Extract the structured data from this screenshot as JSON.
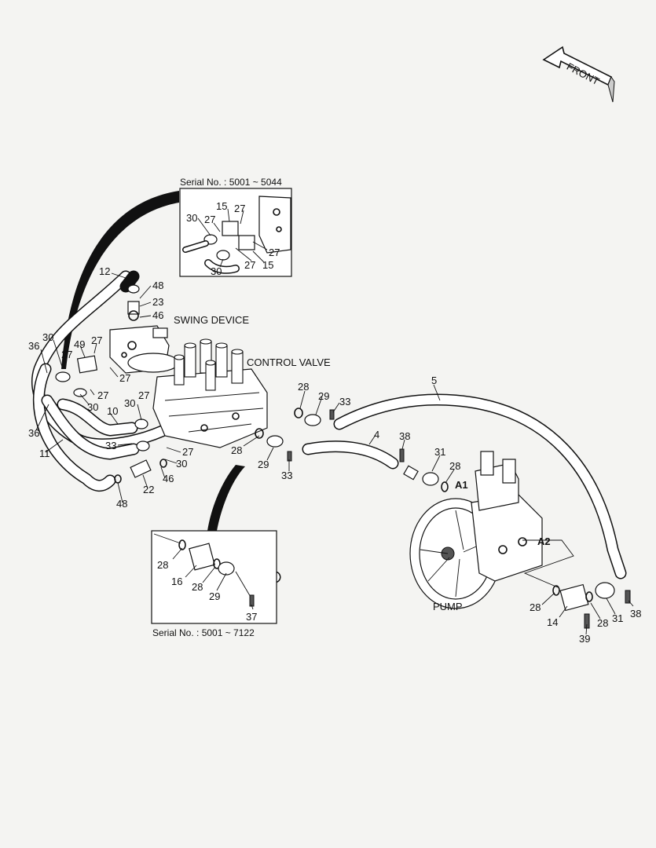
{
  "orientation_label": "FRONT",
  "component_names": {
    "swing_device": "SWING DEVICE",
    "control_valve": "CONTROL VALVE",
    "pump": "PUMP"
  },
  "insets": {
    "top": {
      "caption": "Serial No. : 5001 ~ 5044"
    },
    "bottom": {
      "caption": "Serial No. : 5001 ~ 7122"
    }
  },
  "port_labels": {
    "a1": "A1",
    "a2": "A2"
  },
  "callouts": {
    "c12": "12",
    "c48a": "48",
    "c23": "23",
    "c46a": "46",
    "c36a": "36",
    "c30a": "30",
    "c49": "49",
    "c27a": "27",
    "c27b": "27",
    "c27c": "27",
    "c30b": "30",
    "c27d": "27",
    "c36b": "36",
    "c11": "11",
    "c10": "10",
    "c33a": "33",
    "c30c": "30",
    "c27e": "27",
    "c27f": "27",
    "c30d": "30",
    "c46b": "46",
    "c22": "22",
    "c48b": "48",
    "c28a": "28",
    "c29a": "29",
    "c33b": "33",
    "c5": "5",
    "c4": "4",
    "c38a": "38",
    "c28b": "28",
    "c29b": "29",
    "c33c": "33",
    "c31a": "31",
    "c28c": "28",
    "c28d": "28",
    "c14": "14",
    "c28e": "28",
    "c31b": "31",
    "c38b": "38",
    "c39": "39",
    "t30": "30",
    "t27a": "27",
    "t15a": "15",
    "t27b": "27",
    "t27c": "27",
    "t27d": "27",
    "t30b": "30",
    "t15b": "15",
    "b28a": "28",
    "b16": "16",
    "b28b": "28",
    "b29": "29",
    "b37": "37"
  }
}
